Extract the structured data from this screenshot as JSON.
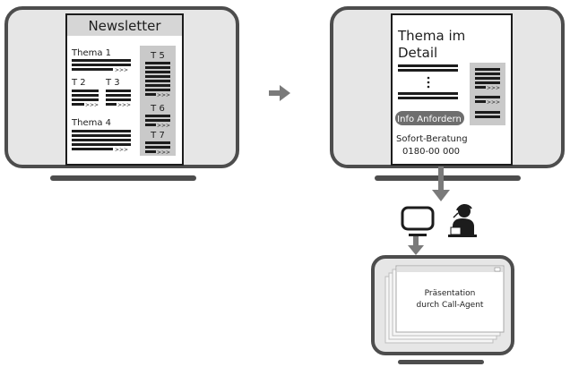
{
  "left_screen": {
    "header": "Newsletter",
    "topics": {
      "t1": "Thema 1",
      "t2": "T 2",
      "t3": "T 3",
      "t4": "Thema 4"
    },
    "sidebar": {
      "t5": "T 5",
      "t6": "T 6",
      "t7": "T 7"
    },
    "more_marker": ">>>"
  },
  "right_screen": {
    "title_line1": "Thema im",
    "title_line2": "Detail",
    "info_button": "Info Anfordern",
    "hotline_label": "Sofort-Beratung",
    "hotline_number": "0180-00 000",
    "more_marker": ">>>"
  },
  "presentation": {
    "line1": "Präsentation",
    "line2": "durch Call-Agent"
  },
  "colors": {
    "frame": "#4d4d4d",
    "screen_fill": "#e6e6e6",
    "bar": "#1c1c1c",
    "sidebar_bg": "#c9c9c9",
    "button": "#6e6e6e",
    "arrow": "#7a7a7a"
  },
  "icons": [
    "arrow-right-icon",
    "arrow-down-icon",
    "monitor-icon",
    "call-agent-icon"
  ]
}
